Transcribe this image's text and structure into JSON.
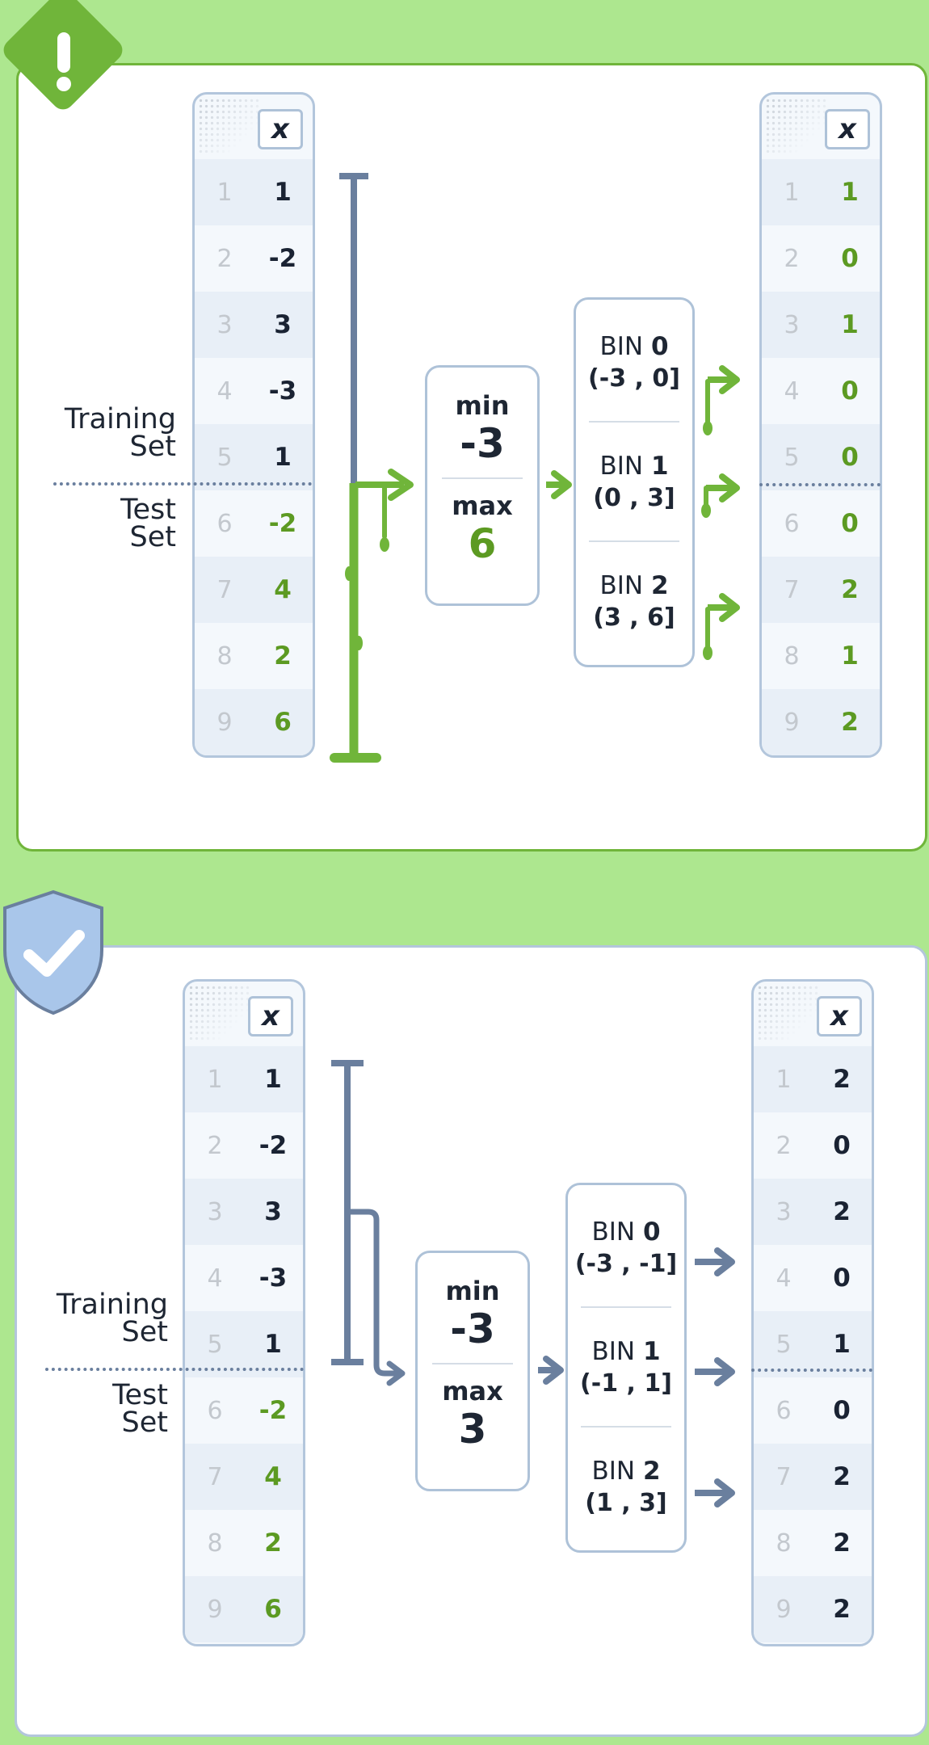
{
  "colors": {
    "background": "#ade78f",
    "leak_accent": "#70b53a",
    "safe_accent": "#6a7f9e",
    "green_text": "#5c9a22",
    "dark_text": "#1a2333"
  },
  "top": {
    "badge_icon": "exclamation-diamond-icon",
    "input": {
      "header": "x",
      "rows": [
        {
          "n": "1",
          "v": "1"
        },
        {
          "n": "2",
          "v": "-2"
        },
        {
          "n": "3",
          "v": "3"
        },
        {
          "n": "4",
          "v": "-3"
        },
        {
          "n": "5",
          "v": "1"
        },
        {
          "n": "6",
          "v": "-2"
        },
        {
          "n": "7",
          "v": "4"
        },
        {
          "n": "8",
          "v": "2"
        },
        {
          "n": "9",
          "v": "6"
        }
      ]
    },
    "training_label": [
      "Training",
      "Set"
    ],
    "test_label": [
      "Test",
      "Set"
    ],
    "minmax": {
      "min_label": "min",
      "min_value": "-3",
      "max_label": "max",
      "max_value": "6"
    },
    "bins": [
      {
        "label": "BIN",
        "index": "0",
        "range": "(-3 , 0]"
      },
      {
        "label": "BIN",
        "index": "1",
        "range": "(0 , 3]"
      },
      {
        "label": "BIN",
        "index": "2",
        "range": "(3 , 6]"
      }
    ],
    "output": {
      "header": "x",
      "rows": [
        {
          "n": "1",
          "v": "1"
        },
        {
          "n": "2",
          "v": "0"
        },
        {
          "n": "3",
          "v": "1"
        },
        {
          "n": "4",
          "v": "0"
        },
        {
          "n": "5",
          "v": "0"
        },
        {
          "n": "6",
          "v": "0"
        },
        {
          "n": "7",
          "v": "2"
        },
        {
          "n": "8",
          "v": "1"
        },
        {
          "n": "9",
          "v": "2"
        }
      ]
    }
  },
  "bottom": {
    "badge_icon": "shield-check-icon",
    "input": {
      "header": "x",
      "rows": [
        {
          "n": "1",
          "v": "1"
        },
        {
          "n": "2",
          "v": "-2"
        },
        {
          "n": "3",
          "v": "3"
        },
        {
          "n": "4",
          "v": "-3"
        },
        {
          "n": "5",
          "v": "1"
        },
        {
          "n": "6",
          "v": "-2"
        },
        {
          "n": "7",
          "v": "4"
        },
        {
          "n": "8",
          "v": "2"
        },
        {
          "n": "9",
          "v": "6"
        }
      ]
    },
    "training_label": [
      "Training",
      "Set"
    ],
    "test_label": [
      "Test",
      "Set"
    ],
    "minmax": {
      "min_label": "min",
      "min_value": "-3",
      "max_label": "max",
      "max_value": "3"
    },
    "bins": [
      {
        "label": "BIN",
        "index": "0",
        "range": "(-3 , -1]"
      },
      {
        "label": "BIN",
        "index": "1",
        "range": "(-1 , 1]"
      },
      {
        "label": "BIN",
        "index": "2",
        "range": "(1 , 3]"
      }
    ],
    "output": {
      "header": "x",
      "rows": [
        {
          "n": "1",
          "v": "2"
        },
        {
          "n": "2",
          "v": "0"
        },
        {
          "n": "3",
          "v": "2"
        },
        {
          "n": "4",
          "v": "0"
        },
        {
          "n": "5",
          "v": "1"
        },
        {
          "n": "6",
          "v": "0"
        },
        {
          "n": "7",
          "v": "2"
        },
        {
          "n": "8",
          "v": "2"
        },
        {
          "n": "9",
          "v": "2"
        }
      ]
    }
  }
}
